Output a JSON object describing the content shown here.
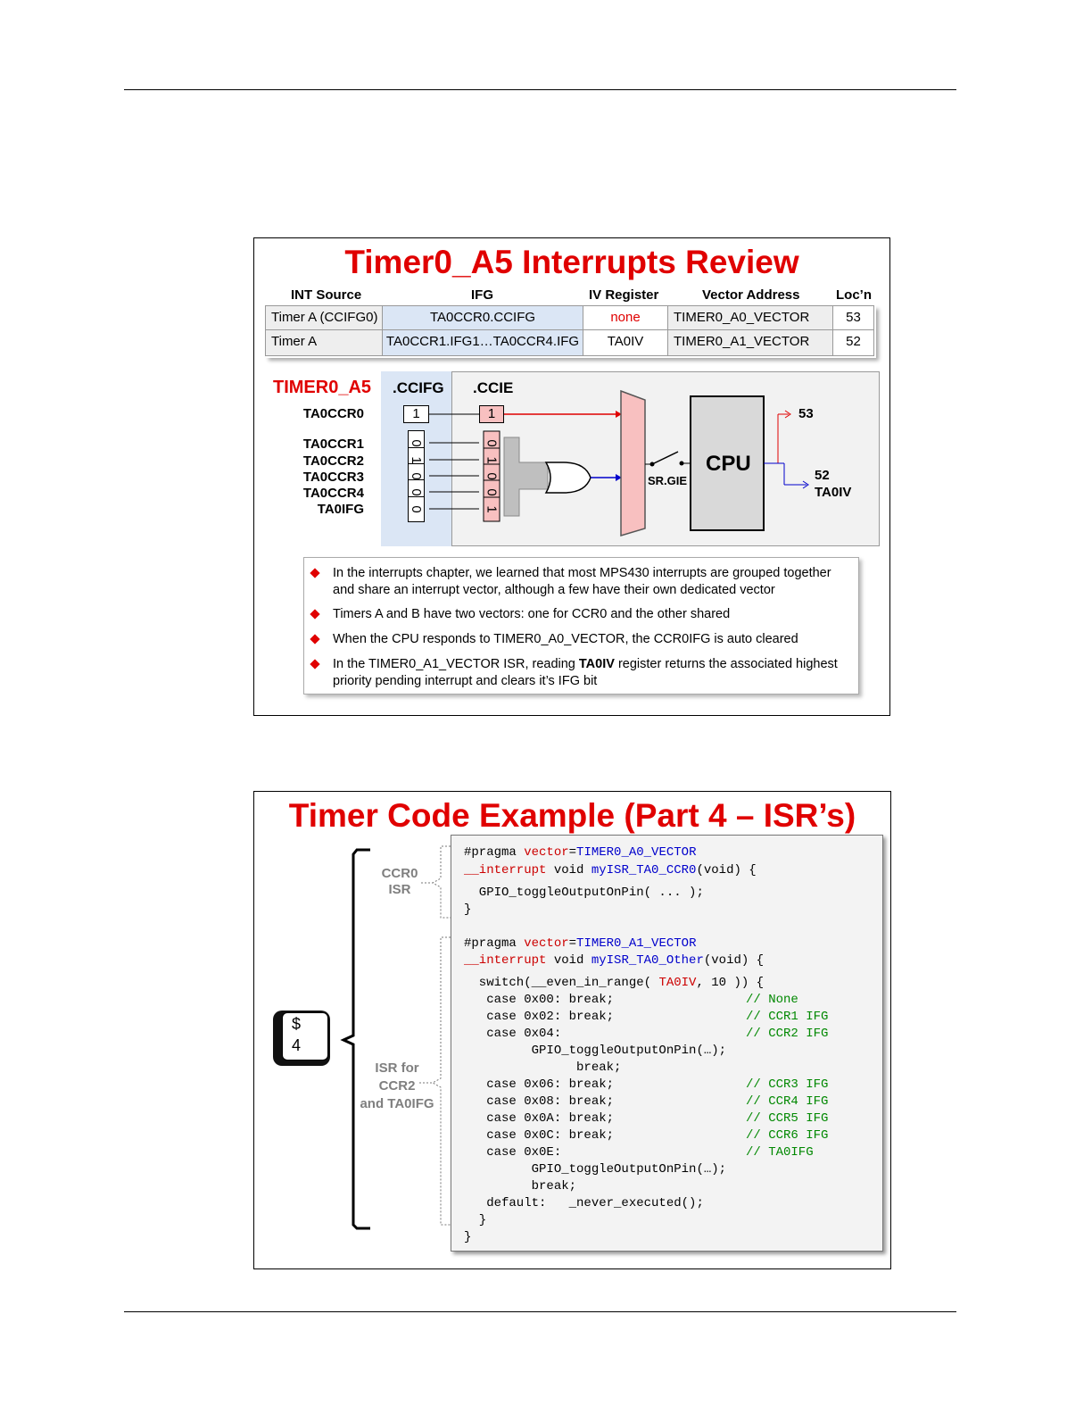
{
  "slide1": {
    "title": "Timer0_A5 Interrupts Review",
    "table": {
      "headers": [
        "INT Source",
        "IFG",
        "IV Register",
        "Vector Address",
        "Loc’n"
      ],
      "rows": [
        [
          "Timer A (CCIFG0)",
          "TA0CCR0.CCIFG",
          "none",
          "TIMER0_A0_VECTOR",
          "53"
        ],
        [
          "Timer A",
          "TA0CCR1.IFG1…TA0CCR4.IFG",
          "TA0IV",
          "TIMER0_A1_VECTOR",
          "52"
        ]
      ]
    },
    "diagram": {
      "module": "TIMER0_A5",
      "ccifg_label": ".CCIFG",
      "ccie_label": ".CCIE",
      "registers": [
        "TA0CCR0",
        "TA0CCR1",
        "TA0CCR2",
        "TA0CCR3",
        "TA0CCR4",
        "TA0IFG"
      ],
      "ccifg_bits": [
        "1",
        "0",
        "1",
        "0",
        "0",
        "0"
      ],
      "ccie_bits": [
        "1",
        "0",
        "1",
        "0",
        "0",
        "1"
      ],
      "gie_label": "SR.GIE",
      "cpu_label": "CPU",
      "out_53": "53",
      "out_52": "52",
      "out_ta0iv": "TA0IV"
    },
    "bullets": [
      [
        "In the interrupts chapter, we learned that most MPS430 interrupts are grouped together",
        "and share an interrupt vector, although  a few have their own dedicated vector"
      ],
      [
        "Timers A and B have two vectors: one for CCR0 and the other shared"
      ],
      [
        "When the CPU responds to TIMER0_A0_VECTOR, the CCR0IFG is auto cleared"
      ]
    ],
    "bullet4": {
      "pre": "In the TIMER0_A1_VECTOR ISR, reading ",
      "bold": "TA0IV",
      "post": " register returns the associated highest",
      "line2": "priority pending interrupt and clears it’s IFG bit"
    }
  },
  "slide2": {
    "title": "Timer Code Example (Part 4  – ISR’s)",
    "key": {
      "top": "$",
      "bottom": "4"
    },
    "labels": {
      "ccr0": [
        "CCR0",
        "ISR"
      ],
      "isr_for": [
        "ISR for",
        "CCR2",
        "and TA0IFG"
      ]
    },
    "code": {
      "l1": [
        "#pragma ",
        "vector",
        "=",
        "TIMER0_A0_VECTOR"
      ],
      "l2": [
        "__interrupt",
        " void ",
        "myISR_TA0_CCR0",
        "(void) {"
      ],
      "l3": "  GPIO_toggleOutputOnPin( ... );",
      "l4": "}",
      "l5": [
        "#pragma ",
        "vector",
        "=",
        "TIMER0_A1_VECTOR"
      ],
      "l6": [
        "__interrupt",
        " void ",
        "myISR_TA0_Other",
        "(void) {"
      ],
      "l7": [
        "  switch(__even_in_range( ",
        "TA0IV",
        ", 10 )) {"
      ],
      "cases": [
        [
          "   case 0x00: break;",
          "// None"
        ],
        [
          "   case 0x02: break;",
          "// CCR1 IFG"
        ],
        [
          "   case 0x04:",
          "// CCR2 IFG"
        ],
        [
          "         GPIO_toggleOutputOnPin(…);",
          ""
        ],
        [
          "               break;",
          ""
        ],
        [
          "   case 0x06: break;",
          "// CCR3 IFG"
        ],
        [
          "   case 0x08: break;",
          "// CCR4 IFG"
        ],
        [
          "   case 0x0A: break;",
          "// CCR5 IFG"
        ],
        [
          "   case 0x0C: break;",
          "// CCR6 IFG"
        ],
        [
          "   case 0x0E:",
          "// TA0IFG"
        ],
        [
          "         GPIO_toggleOutputOnPin(…);",
          ""
        ],
        [
          "         break;",
          ""
        ],
        [
          "   default:   _never_executed();",
          ""
        ],
        [
          "  }",
          ""
        ],
        [
          "}",
          ""
        ]
      ]
    }
  }
}
